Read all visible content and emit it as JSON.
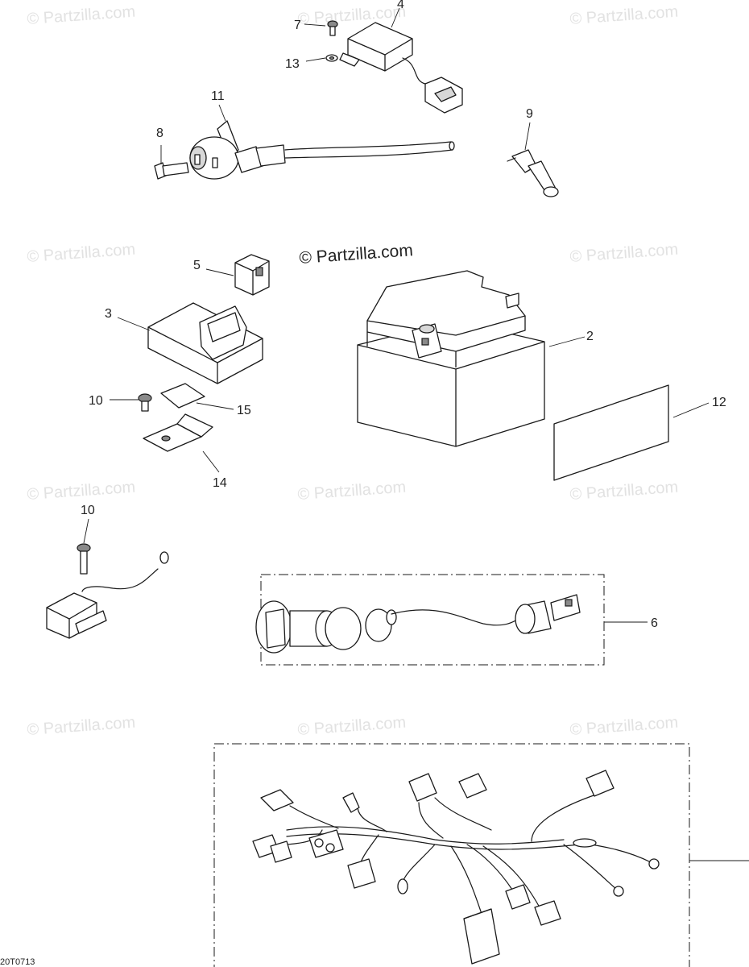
{
  "watermark": "© Partzilla.com",
  "watermark_main": "© Partzilla.com",
  "drawing_ref": "20T0713",
  "callouts": {
    "c2": "2",
    "c3": "3",
    "c4": "4",
    "c5": "5",
    "c6": "6",
    "c7": "7",
    "c8": "8",
    "c9": "9",
    "c10a": "10",
    "c10b": "10",
    "c11": "11",
    "c12": "12",
    "c13": "13",
    "c14": "14",
    "c15": "15"
  }
}
